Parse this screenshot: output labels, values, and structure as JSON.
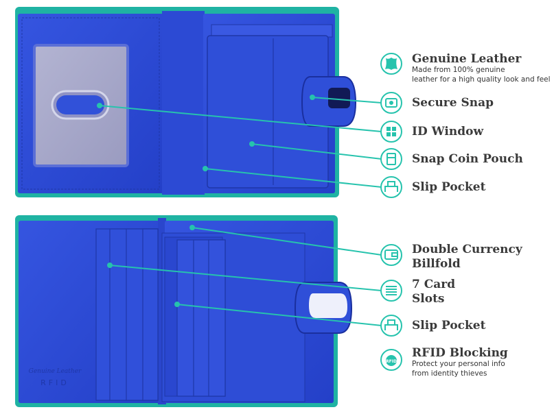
{
  "colors": {
    "leather_blue": "#2f4fd8",
    "leather_teal": "#1fb3a3",
    "accent_teal": "#26c3ad",
    "id_window_grey": "#a8a9c9",
    "title_text": "#3a3a3a"
  },
  "watermark": {
    "line1": "Genuine Leather",
    "line2": "RFID"
  },
  "features_top": [
    {
      "icon": "leather-hide-icon",
      "title": "Genuine Leather",
      "desc1": "Made from 100% genuine",
      "desc2": "leather for a high quality look and feel"
    },
    {
      "icon": "snap-button-icon",
      "title": "Secure Snap"
    },
    {
      "icon": "id-window-icon",
      "title": "ID Window"
    },
    {
      "icon": "coin-pouch-icon",
      "title": "Snap Coin Pouch"
    },
    {
      "icon": "slip-pocket-icon",
      "title": "Slip Pocket"
    }
  ],
  "features_bottom": [
    {
      "icon": "billfold-icon",
      "title1": "Double Currency",
      "title2": "Billfold"
    },
    {
      "icon": "card-slots-icon",
      "title1": "7 Card",
      "title2": "Slots"
    },
    {
      "icon": "slip-pocket-icon",
      "title": "Slip Pocket"
    },
    {
      "icon": "rfid-shield-icon",
      "title": "RFID Blocking",
      "desc1": "Protect your personal info",
      "desc2": "from identity thieves"
    }
  ]
}
